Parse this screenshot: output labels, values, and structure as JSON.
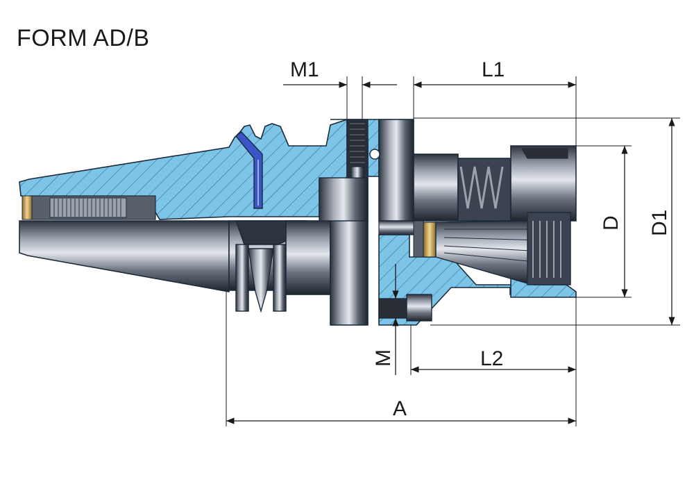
{
  "title": "FORM AD/B",
  "dimensions": {
    "m1": "M1",
    "l1": "L1",
    "d": "D",
    "d1": "D1",
    "m": "M",
    "l2": "L2",
    "a": "A"
  },
  "colors": {
    "section_fill": "#7cc4e8",
    "steel_dark": "#3b4350",
    "steel_light": "#c9ced6",
    "screw_blue": "#3a55c8",
    "brass": "#d9b66a",
    "outline": "#1b2a3a"
  }
}
